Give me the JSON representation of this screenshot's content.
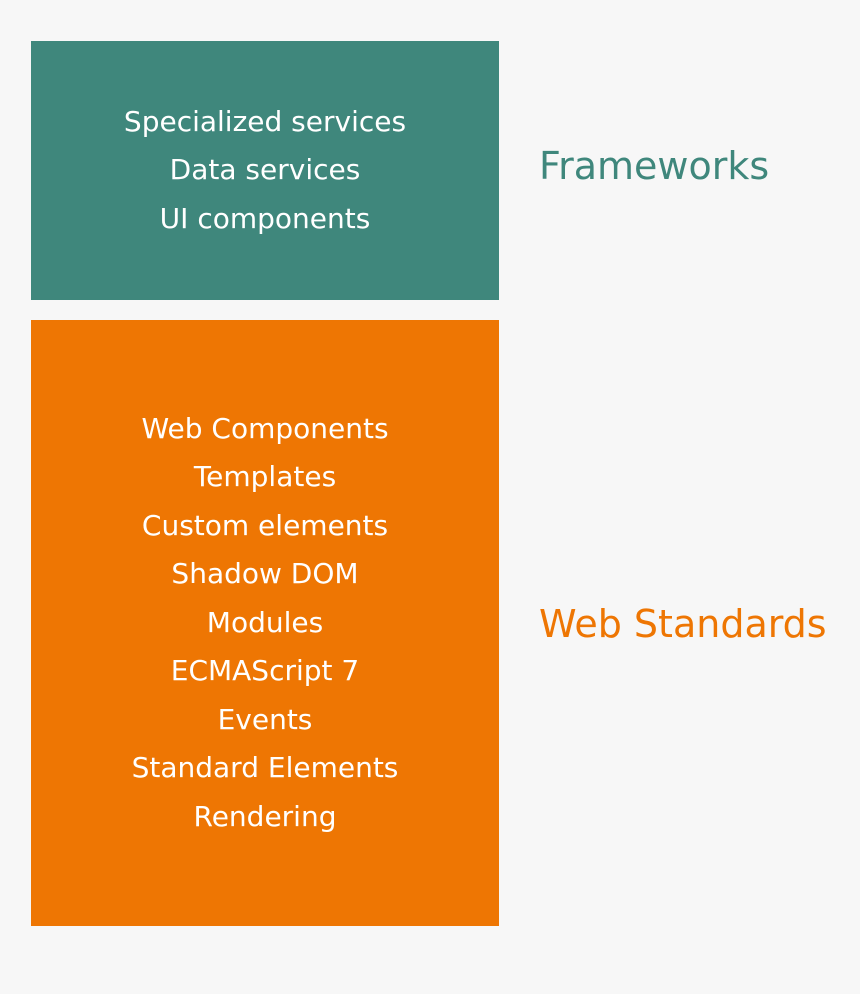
{
  "frameworks": {
    "label": "Frameworks",
    "color": "#3f877c",
    "items": [
      "Specialized services",
      "Data services",
      "UI components"
    ]
  },
  "web_standards": {
    "label": "Web Standards",
    "color": "#ee7603",
    "items": [
      "Web Components",
      "Templates",
      "Custom elements",
      "Shadow DOM",
      "Modules",
      "ECMAScript 7",
      "Events",
      "Standard Elements",
      "Rendering"
    ]
  }
}
